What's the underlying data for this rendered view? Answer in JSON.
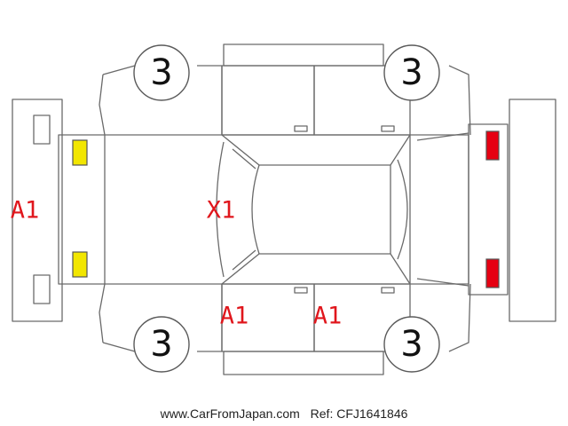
{
  "diagram": {
    "tires": {
      "front_left": "3",
      "rear_left": "3",
      "front_right": "3",
      "rear_right": "3"
    },
    "damage_codes": {
      "front_bumper": "A1",
      "hood": "X1",
      "front_right_door": "A1",
      "rear_right_door": "A1"
    },
    "colors": {
      "code_text": "#e0161c",
      "headlight_lamp": "#f2e600",
      "taillight_lamp": "#e60012",
      "outline": "#6a6a6a"
    }
  },
  "footer": {
    "site": "www.CarFromJapan.com",
    "reference": "Ref: CFJ1641846"
  }
}
